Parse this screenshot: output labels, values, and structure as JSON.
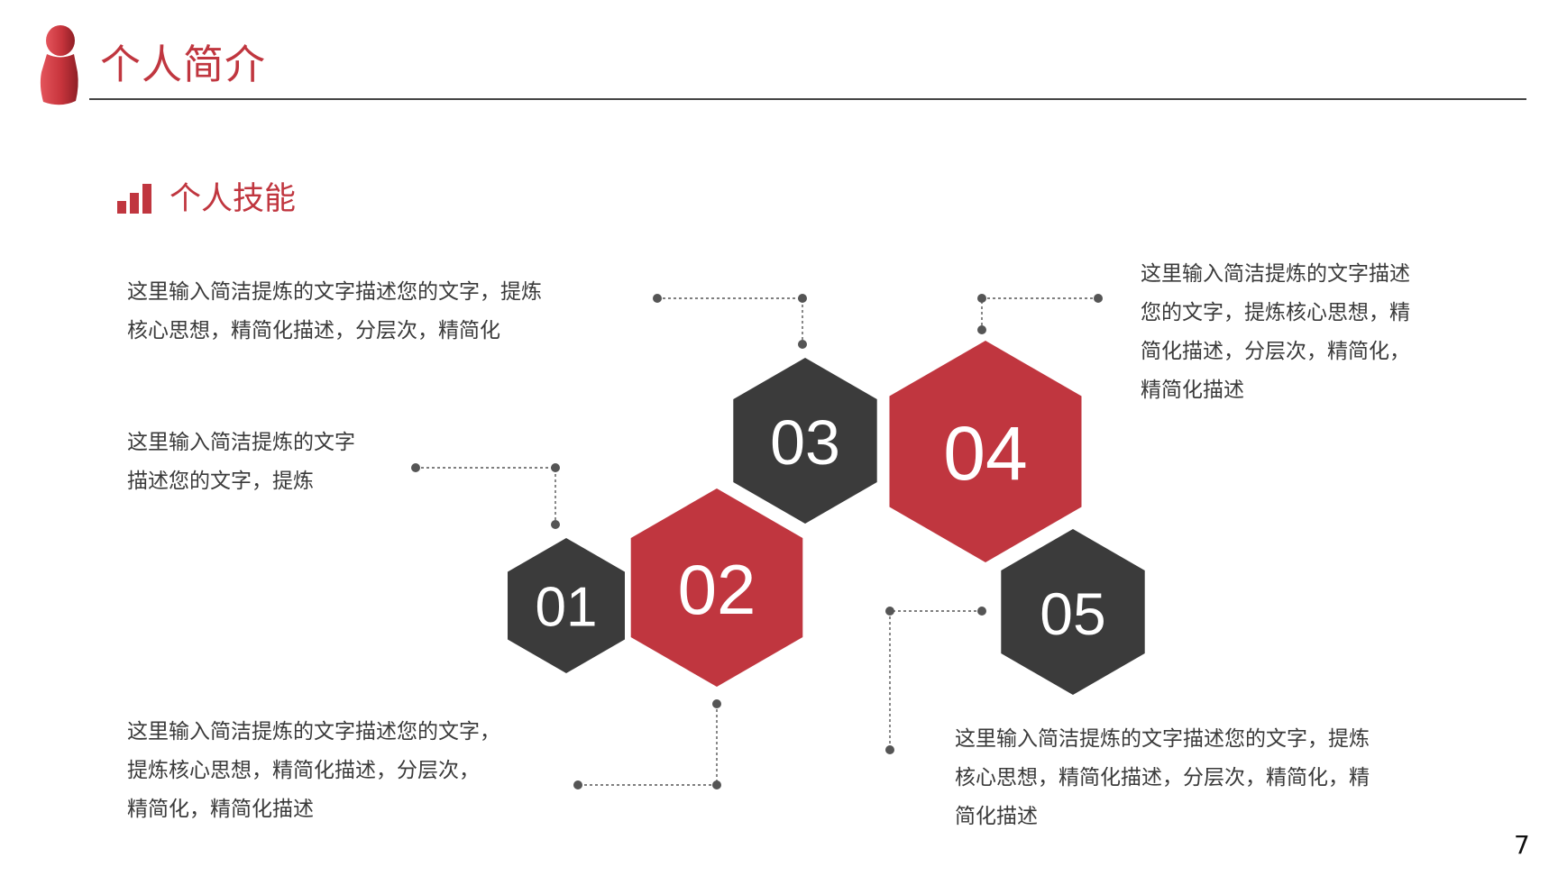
{
  "page": {
    "title": "个人简介",
    "page_number": "7"
  },
  "section": {
    "title": "个人技能"
  },
  "colors": {
    "accent": "#c0363f",
    "dark": "#3b3b3b",
    "text": "#3a3a3a",
    "connector": "#555555"
  },
  "hexagons": [
    {
      "label": "01",
      "color": "dark"
    },
    {
      "label": "02",
      "color": "accent"
    },
    {
      "label": "03",
      "color": "dark"
    },
    {
      "label": "04",
      "color": "accent"
    },
    {
      "label": "05",
      "color": "dark"
    }
  ],
  "descriptions": {
    "top_left": {
      "lines": [
        "这里输入简洁提炼的文字描述您的文字，提炼",
        "核心思想，精简化描述，分层次，精简化"
      ]
    },
    "middle_left": {
      "lines": [
        "这里输入简洁提炼的文字",
        "描述您的文字，提炼"
      ]
    },
    "bottom_left": {
      "lines": [
        "这里输入简洁提炼的文字描述您的文字，",
        "提炼核心思想，精简化描述，分层次，",
        "精简化，精简化描述"
      ]
    },
    "top_right": {
      "lines": [
        "这里输入简洁提炼的文字描述",
        "您的文字，提炼核心思想，精",
        "简化描述，分层次，精简化，",
        "精简化描述"
      ]
    },
    "bottom_right": {
      "lines": [
        "这里输入简洁提炼的文字描述您的文字，提炼",
        "核心思想，精简化描述，分层次，精简化，精",
        "简化描述"
      ]
    }
  }
}
